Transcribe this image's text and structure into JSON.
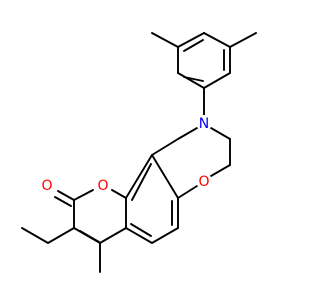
{
  "molecule": {
    "atoms": {
      "n1": {
        "label": "N",
        "color": "#0000ff"
      },
      "o1": {
        "label": "O",
        "color": "#ff0000"
      },
      "o2": {
        "label": "O",
        "color": "#ff0000"
      },
      "o3": {
        "label": "O",
        "color": "#ff0000"
      }
    }
  }
}
